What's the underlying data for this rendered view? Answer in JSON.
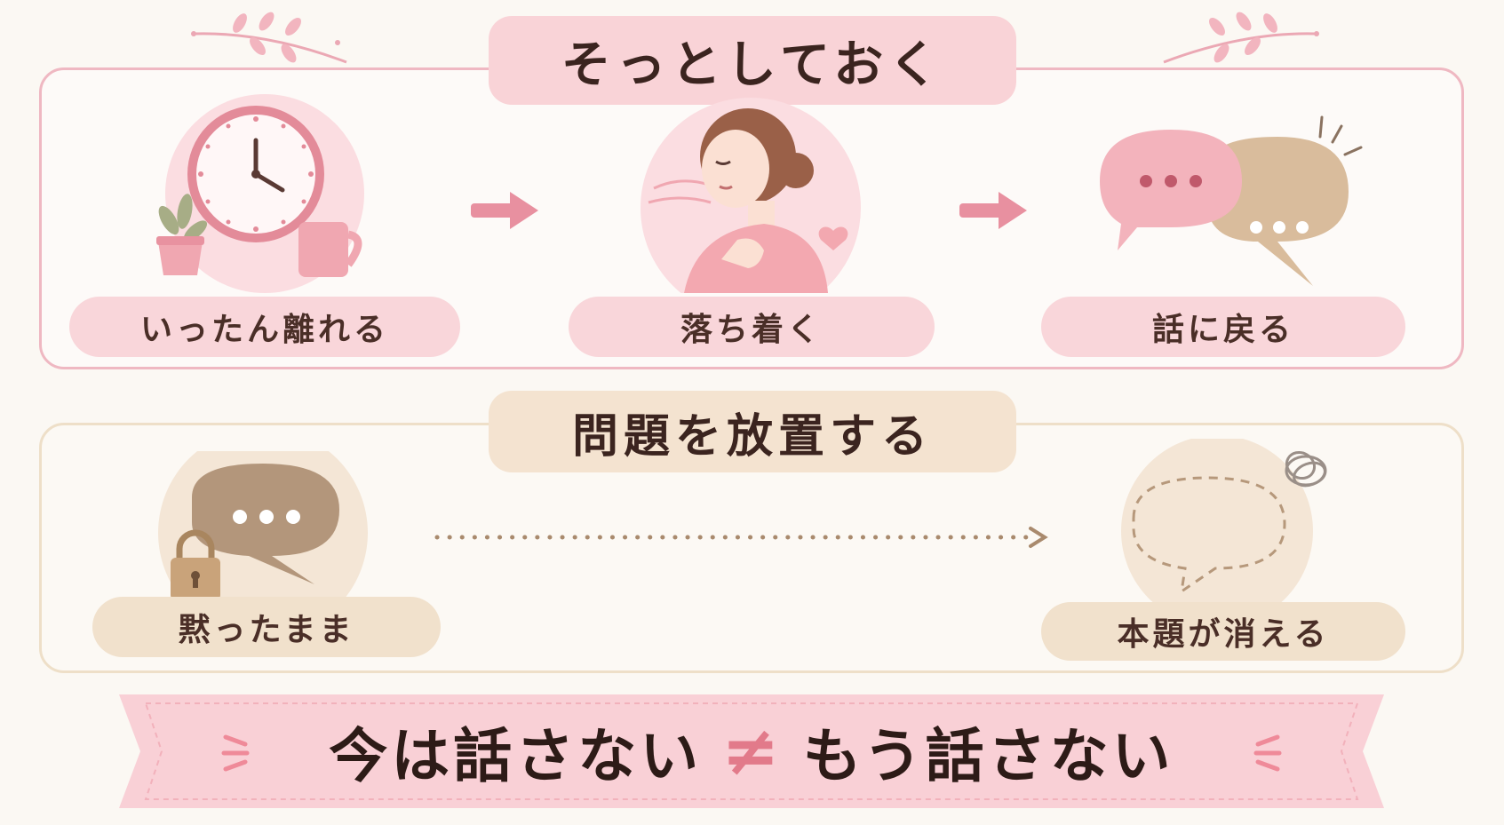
{
  "section_top": {
    "title": "そっとしておく",
    "steps": [
      {
        "label": "いったん離れる",
        "icon": "clock-mug-plant-icon"
      },
      {
        "label": "落ち着く",
        "icon": "calm-breathing-person-icon"
      },
      {
        "label": "話に戻る",
        "icon": "speech-bubbles-icon"
      }
    ]
  },
  "section_bottom": {
    "title": "問題を放置する",
    "steps": [
      {
        "label": "黙ったまま",
        "icon": "locked-speech-bubble-icon"
      },
      {
        "label": "本題が消える",
        "icon": "empty-dashed-bubble-icon"
      }
    ]
  },
  "banner": {
    "left": "今は話さない",
    "symbol": "≠",
    "right": "もう話さない"
  },
  "colors": {
    "pink_accent": "#e8a0ac",
    "pink_bg": "#f9d6da",
    "beige_bg": "#f1e1cc",
    "brown_text": "#3b241f",
    "tan_bubble": "#b59a80"
  }
}
